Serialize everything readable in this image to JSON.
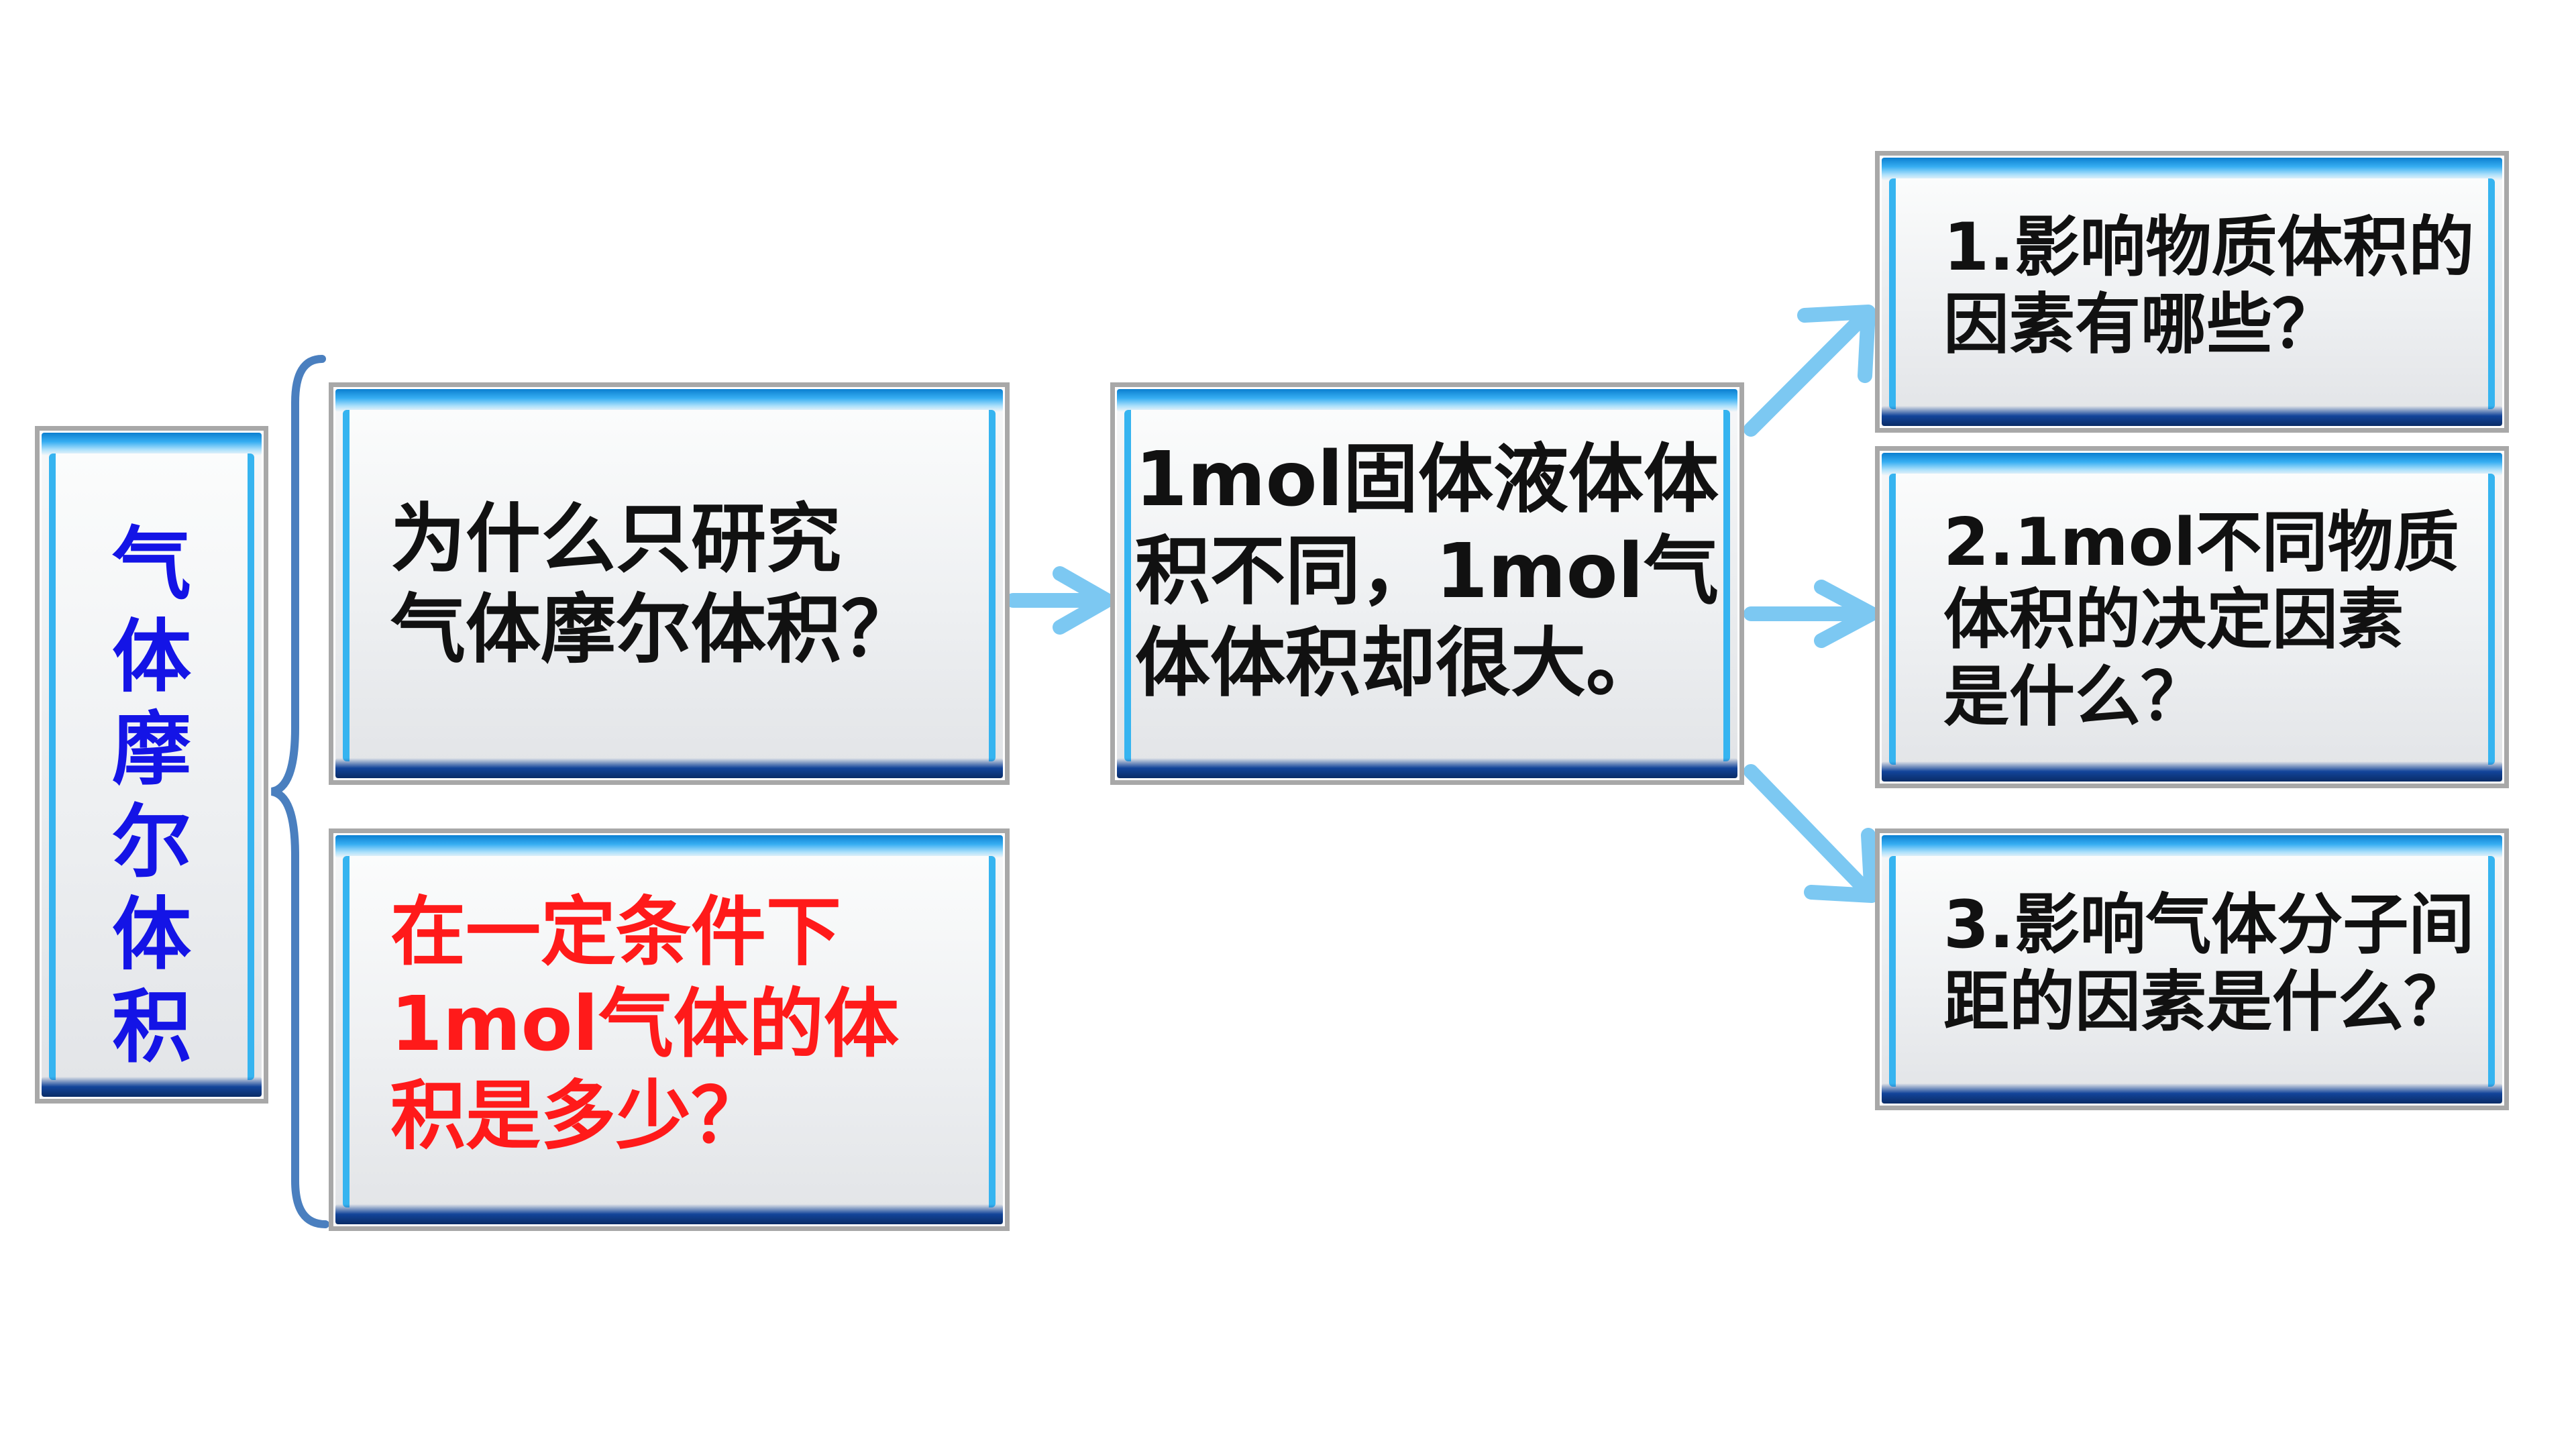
{
  "title": {
    "chars": [
      "气",
      "体",
      "摩",
      "尔",
      "体",
      "积"
    ]
  },
  "questions": {
    "why_gas": [
      "为什么只研究",
      "气体摩尔体积？"
    ],
    "molar_volume": [
      "在一定条件下",
      "1mol气体的体",
      "积是多少？"
    ]
  },
  "observation": [
    "1mol固体液体体",
    "积不同，1mol气",
    "体体积却很大。"
  ],
  "factors": [
    [
      "1.影响物质体积的",
      "因素有哪些？"
    ],
    [
      "2.1mol不同物质",
      "体积的决定因素",
      "是什么？"
    ],
    [
      "3.影响气体分子间",
      "距的因素是什么？"
    ]
  ],
  "colors": {
    "title_text": "#1414e6",
    "highlight_text": "#ff1a1a",
    "body_text": "#111111",
    "arrow": "#7cc8f2",
    "brace": "#4a7fbf",
    "box_top_band": "#2aa3ee",
    "box_bottom_band": "#12449a"
  },
  "icons": {
    "connector": "arrow-icon",
    "grouping": "brace-icon"
  }
}
